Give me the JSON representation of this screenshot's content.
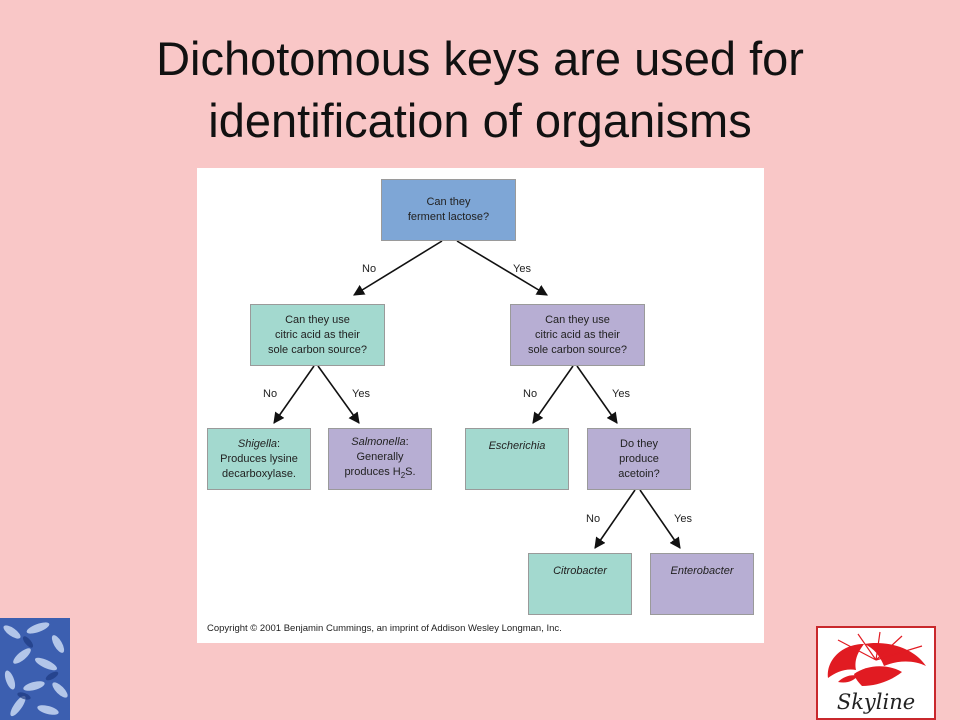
{
  "title": {
    "line1": "Dichotomous keys are used for",
    "line2": "identification of organisms"
  },
  "nodes": {
    "root": {
      "line1": "Can they",
      "line2": "ferment lactose?"
    },
    "left_q": {
      "line1": "Can they use",
      "line2": "citric acid as their",
      "line3": "sole carbon source?"
    },
    "right_q": {
      "line1": "Can they use",
      "line2": "citric acid as their",
      "line3": "sole carbon source?"
    },
    "shigella": {
      "name": "Shigella",
      "line1_rest": ":",
      "line2": "Produces lysine",
      "line3": "decarboxylase."
    },
    "salmonella": {
      "name": "Salmonella",
      "line1_rest": ":",
      "line2": "Generally",
      "line3_pre": "produces H",
      "line3_sub": "2",
      "line3_post": "S."
    },
    "escherichia": {
      "name": "Escherichia"
    },
    "acetoin_q": {
      "line1": "Do they",
      "line2": "produce",
      "line3": "acetoin?"
    },
    "citrobacter": {
      "name": "Citrobacter"
    },
    "enterobacter": {
      "name": "Enterobacter"
    }
  },
  "edge_labels": {
    "root_no": "No",
    "root_yes": "Yes",
    "left_no": "No",
    "left_yes": "Yes",
    "right_no": "No",
    "right_yes": "Yes",
    "acetoin_no": "No",
    "acetoin_yes": "Yes"
  },
  "copyright": "Copyright © 2001 Benjamin Cummings, an imprint of Addison Wesley Longman, Inc.",
  "logo": {
    "word": "Skyline"
  },
  "colors": {
    "background": "#f9c7c7",
    "root_box": "#7ea6d6",
    "teal_box": "#a3d9cf",
    "purple_box": "#b7aed3",
    "logo_red": "#c9282c"
  }
}
